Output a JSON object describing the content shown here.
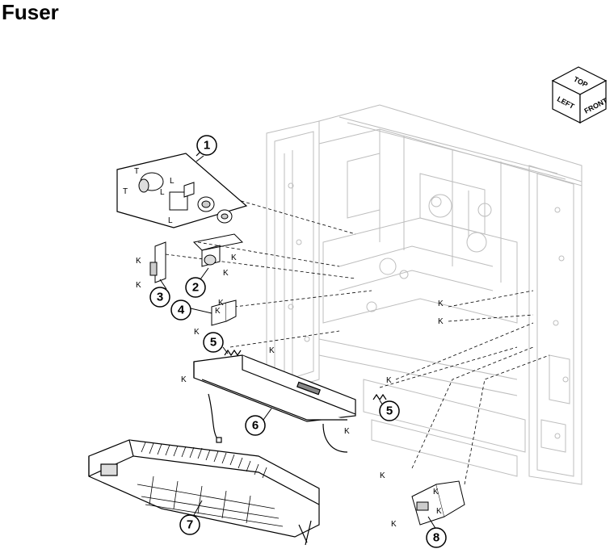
{
  "title": "Fuser",
  "orientation_cube": {
    "top": "TOP",
    "left": "LEFT",
    "front": "FRONT"
  },
  "callouts": [
    "1",
    "2",
    "3",
    "4",
    "5",
    "5",
    "6",
    "7",
    "8"
  ],
  "screw_label": "K",
  "inset_labels": [
    "T",
    "T",
    "L",
    "L",
    "L"
  ],
  "colors": {
    "line": "#000000",
    "frame": "#bdbdbd",
    "background": "#ffffff"
  }
}
